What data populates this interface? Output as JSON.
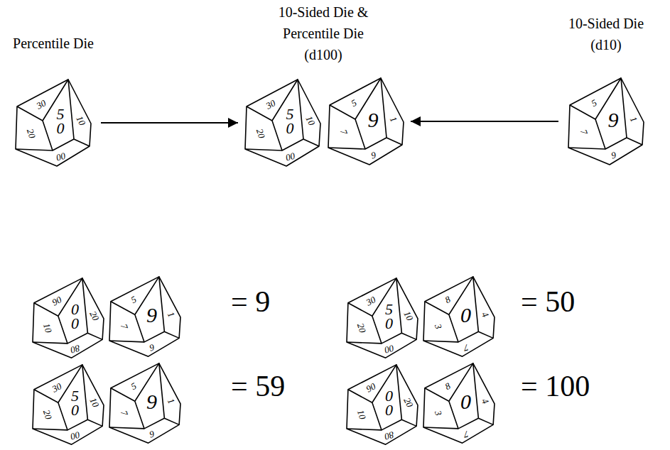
{
  "diagram": {
    "nodes": [
      {
        "text": [
          "Percentile Die",
          "30",
          "50",
          "10",
          "20",
          "00"
        ]
      },
      {
        "text": [
          "30",
          "50",
          "10",
          "20",
          "00"
        ]
      },
      {
        "text": [
          "5",
          "9",
          "1",
          "7",
          "6"
        ]
      },
      {
        "text": [
          "10-Sided Die (d10)",
          "5",
          "9",
          "1",
          "7",
          "6"
        ]
      },
      {
        "text": [
          "90",
          "00",
          "20",
          "10",
          "80"
        ]
      },
      {
        "text": [
          "5",
          "9",
          "1",
          "7",
          "6"
        ]
      },
      {
        "text": [
          "30",
          "50",
          "10",
          "20",
          "00"
        ]
      },
      {
        "text": [
          "8",
          "0",
          "4",
          "3",
          "7"
        ]
      },
      {
        "text": [
          "30",
          "50",
          "10",
          "20",
          "00"
        ]
      },
      {
        "text": [
          "5",
          "9",
          "1",
          "7",
          "6"
        ]
      },
      {
        "text": [
          "90",
          "00",
          "20",
          "10",
          "80"
        ]
      },
      {
        "text": [
          "8",
          "0",
          "4",
          "3",
          "7"
        ]
      }
    ],
    "edges": [
      {
        "from": 0,
        "to": 1,
        "arrow": "to"
      },
      {
        "from": 3,
        "to": 2,
        "arrow": "to"
      }
    ],
    "labels": [
      "10-Sided Die & Percentile Die (d100)",
      "= 9",
      "= 50",
      "= 59",
      "= 100"
    ]
  }
}
